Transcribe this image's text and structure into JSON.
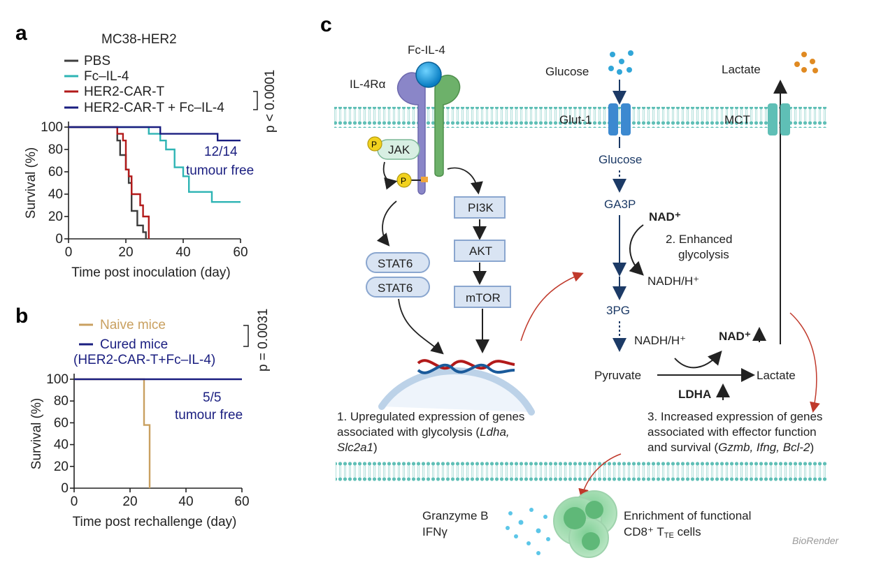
{
  "panels": {
    "a": "a",
    "b": "b",
    "c": "c"
  },
  "colors": {
    "pbs": "#3d3d3d",
    "fc_il4": "#2eb4b4",
    "car_t": "#b21a1a",
    "combo": "#1a1e80",
    "naive": "#c9a060",
    "cured": "#1a1e80",
    "membrane": "#5fbfb6",
    "arrow_red": "#c0392b",
    "pathway": "#1c3a66"
  },
  "chart_data": [
    {
      "type": "line",
      "title": "MC38-HER2",
      "xlabel": "Time post inoculation (day)",
      "ylabel": "Survival (%)",
      "xlim": [
        0,
        60
      ],
      "ylim": [
        0,
        100
      ],
      "xticks": [
        0,
        20,
        40,
        60
      ],
      "yticks": [
        0,
        20,
        40,
        60,
        80,
        100
      ],
      "step": true,
      "series": [
        {
          "name": "PBS",
          "color": "#3d3d3d",
          "x": [
            0,
            16,
            17,
            18,
            20,
            21,
            22,
            24,
            26,
            27
          ],
          "y": [
            100,
            100,
            88,
            75,
            62,
            50,
            25,
            12,
            6,
            0
          ]
        },
        {
          "name": "Fc–IL-4",
          "color": "#2eb4b4",
          "x": [
            0,
            25,
            28,
            32,
            34,
            37,
            40,
            42,
            50,
            60
          ],
          "y": [
            100,
            100,
            94,
            88,
            80,
            64,
            56,
            42,
            33,
            33
          ]
        },
        {
          "name": "HER2-CAR-T",
          "color": "#b21a1a",
          "x": [
            0,
            16,
            17,
            19,
            20,
            21,
            22,
            25,
            26,
            28
          ],
          "y": [
            100,
            100,
            94,
            88,
            62,
            56,
            40,
            30,
            20,
            0
          ]
        },
        {
          "name": "HER2-CAR-T + Fc–IL-4",
          "color": "#1a1e80",
          "x": [
            0,
            32,
            52,
            60
          ],
          "y": [
            100,
            94,
            88,
            88
          ]
        }
      ],
      "annotations": {
        "pvalue": "p < 0.0001",
        "free_count": "12/14",
        "free_label": "tumour free"
      }
    },
    {
      "type": "line",
      "xlabel": "Time post rechallenge (day)",
      "ylabel": "Survival (%)",
      "xlim": [
        0,
        60
      ],
      "ylim": [
        0,
        100
      ],
      "xticks": [
        0,
        20,
        40,
        60
      ],
      "yticks": [
        0,
        20,
        40,
        60,
        80,
        100
      ],
      "step": true,
      "series": [
        {
          "name": "Naive mice",
          "color": "#c9a060",
          "x": [
            0,
            25,
            27
          ],
          "y": [
            100,
            58,
            0
          ]
        },
        {
          "name": "Cured mice",
          "color": "#1a1e80",
          "x": [
            0,
            60
          ],
          "y": [
            100,
            100
          ]
        }
      ],
      "legend_extra": "(HER2-CAR-T+Fc–IL-4)",
      "annotations": {
        "pvalue": "p = 0.0031",
        "free_count": "5/5",
        "free_label": "tumour free"
      }
    }
  ],
  "diagram": {
    "fc_il4": "Fc-IL-4",
    "il4ra": "IL-4Rα",
    "jak": "JAK",
    "p": "P",
    "pi3k": "PI3K",
    "akt": "AKT",
    "mtor": "mTOR",
    "stat6_a": "STAT6",
    "stat6_b": "STAT6",
    "glucose_out": "Glucose",
    "lactate_out": "Lactate",
    "glut1": "Glut-1",
    "mct": "MCT",
    "glucose_in": "Glucose",
    "ga3p": "GA3P",
    "nad_top": "NAD⁺",
    "enhanced": "2. Enhanced",
    "glycolysis": "glycolysis",
    "nadh1": "NADH/H⁺",
    "pg3": "3PG",
    "nadh2": "NADH/H⁺",
    "nad_up": "NAD⁺",
    "pyruvate": "Pyruvate",
    "lactate_in": "Lactate",
    "ldha": "LDHA",
    "text1_l1": "1. Upregulated expression of genes",
    "text1_l2_a": "associated with glycolysis (",
    "text1_l2_b": "Ldha,",
    "text1_l3_a": "Slc2a1",
    "text1_l3_b": ")",
    "text3_l1": "3.  Increased expression  of genes",
    "text3_l2": "associated  with effector function",
    "text3_l3_a": "and survival (",
    "text3_l3_b": "Gzmb, Ifng, Bcl-2",
    "text3_l3_c": ")",
    "granzyme": "Granzyme B",
    "ifng": "IFNγ",
    "enrich_l1": "Enrichment of functional",
    "enrich_l2": "CD8⁺ T",
    "enrich_sub": "TE",
    "enrich_l2b": " cells",
    "biorender": "BioRender"
  }
}
